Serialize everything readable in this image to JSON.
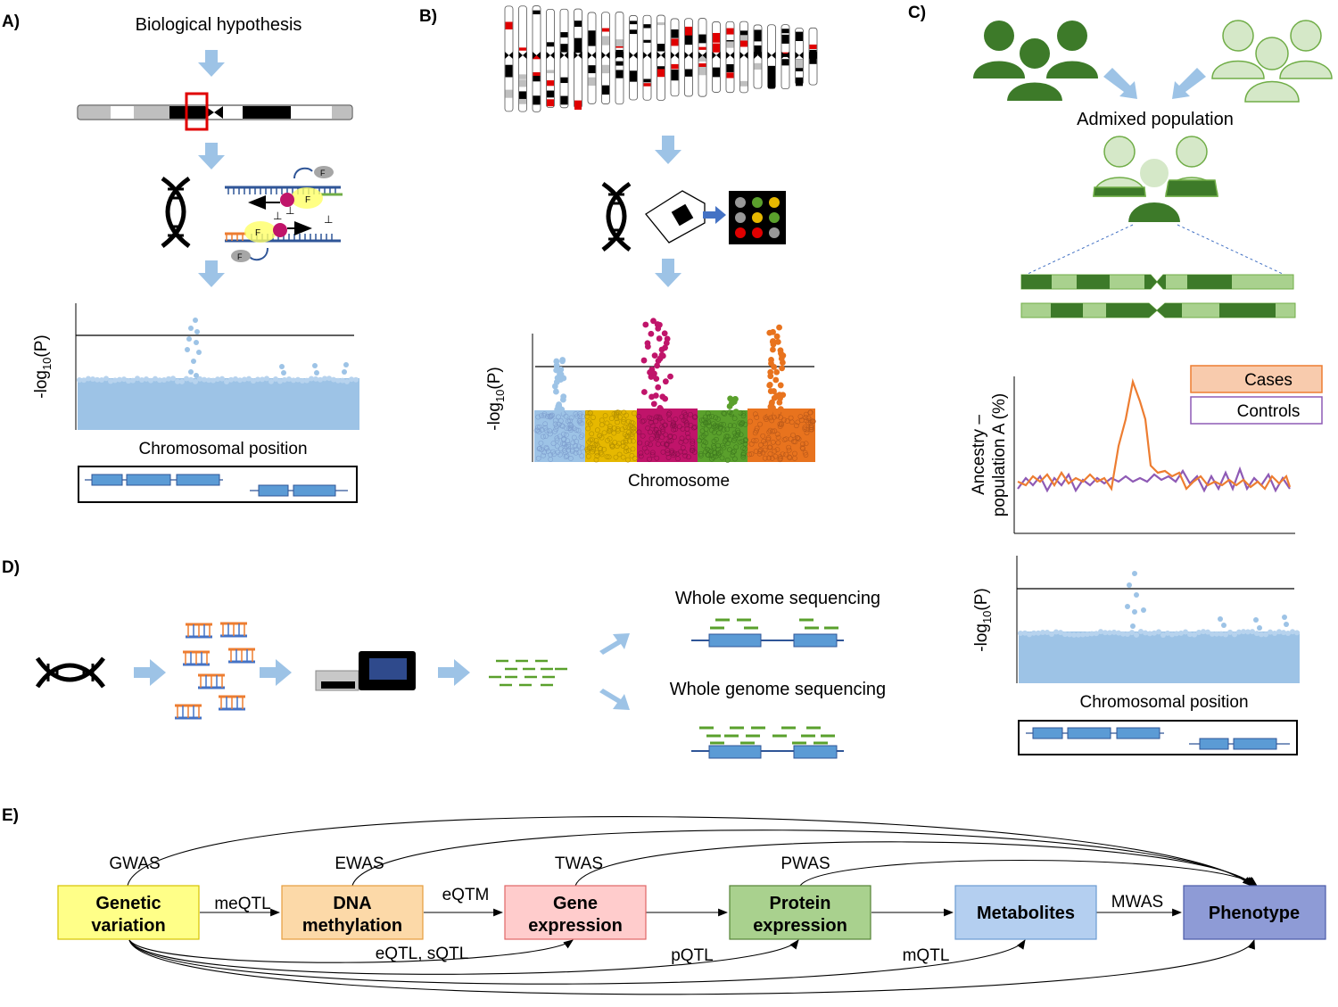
{
  "panels": {
    "a": {
      "label": "A)",
      "title": "Biological hypothesis",
      "ylabel_prefix": "-log",
      "ylabel_sub": "10",
      "ylabel_suffix": "(P)",
      "xlabel": "Chromosomal position",
      "probe_label": "F"
    },
    "b": {
      "label": "B)",
      "ylabel_prefix": "-log",
      "ylabel_sub": "10",
      "ylabel_suffix": "(P)",
      "xlabel": "Chromosome"
    },
    "c": {
      "label": "C)",
      "population": "Admixed population",
      "legend": {
        "cases": "Cases",
        "controls": "Controls"
      },
      "ylabel_line1": "Ancestry –",
      "ylabel_line2": "population A (%)",
      "ylabel2_prefix": "-log",
      "ylabel2_sub": "10",
      "ylabel2_suffix": "(P)",
      "xlabel2": "Chromosomal position"
    },
    "d": {
      "label": "D)",
      "wes": "Whole exome sequencing",
      "wgs": "Whole genome sequencing"
    },
    "e": {
      "label": "E)",
      "boxes": {
        "genetic": [
          "Genetic",
          "variation"
        ],
        "dna": [
          "DNA",
          "methylation"
        ],
        "gene": [
          "Gene",
          "expression"
        ],
        "protein": [
          "Protein",
          "expression"
        ],
        "metabolites": "Metabolites",
        "phenotype": "Phenotype"
      },
      "edges": {
        "gwas": "GWAS",
        "ewas": "EWAS",
        "twas": "TWAS",
        "pwas": "PWAS",
        "meqtl": "meQTL",
        "eqtm": "eQTM",
        "mwas": "MWAS",
        "eqtl_sqtl": "eQTL, sQTL",
        "pqtl": "pQTL",
        "mqtl": "mQTL"
      }
    }
  },
  "colors": {
    "arrow": "#9dc3e6",
    "manhattan_blue": "#9dc3e6",
    "gold": "#e6b800",
    "magenta": "#c0146a",
    "green": "#5aa02c",
    "orange": "#e8731e",
    "dark_green": "#3d7a29",
    "light_green": "#a9d18e",
    "case_line": "#ed7d31",
    "control_line": "#8e5ab5"
  }
}
